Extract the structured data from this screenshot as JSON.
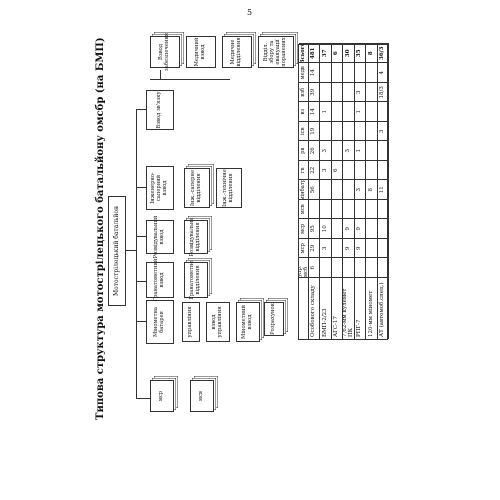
{
  "title": "Типова структура мотострілецького батальйону омсбр (на БМП)",
  "page_number": "5",
  "org": {
    "root": "Мотострілецький батальйон",
    "top_left": "мср",
    "top_left_sub": "мсв",
    "units": [
      "Мінометна батарея",
      "Гранатометний взвод",
      "Розвідувальний взвод",
      "Інженерно-саперний взвод",
      "Взвод зв'язку"
    ],
    "sub_mortar": [
      "управління",
      "взвод управління",
      "Мінометний взвод",
      "Розрахунок"
    ],
    "sub_grenade": "Гранатометне відділення",
    "sub_recon": "Розвідувальне відділення",
    "sub_engineer": [
      "Інж.-саперне відділення",
      "Інж.-технічне відділення"
    ],
    "right_units": [
      "Взвод забезпечення",
      "Медичний взвод",
      "Медичне відділення",
      "Відділ. збору та евакуації поранених"
    ]
  },
  "table": {
    "headers": [
      "упр. мсб",
      "мср",
      "мср",
      "мсв",
      "мінбатр",
      "гв",
      "рв",
      "ісв",
      "вз",
      "взб",
      "медв",
      "Всього"
    ],
    "rows": [
      {
        "label": "Особового складу",
        "v": [
          "6",
          "29",
          "95",
          "",
          "56",
          "22",
          "26",
          "19",
          "14",
          "39",
          "14",
          "481"
        ]
      },
      {
        "label": "БМП-2/23",
        "v": [
          "",
          "3",
          "10",
          "",
          "",
          "3",
          "3",
          "",
          "1",
          "",
          "",
          "37"
        ]
      },
      {
        "label": "АГС-17",
        "v": [
          "",
          "",
          "",
          "",
          "",
          "6",
          "",
          "",
          "",
          "",
          "",
          "6"
        ]
      },
      {
        "label": "7,62-мм кулемет ПК",
        "v": [
          "",
          "9",
          "9",
          "",
          "",
          "",
          "3",
          "",
          "",
          "",
          "",
          "30"
        ]
      },
      {
        "label": "РПГ-7",
        "v": [
          "",
          "9",
          "9",
          "",
          "3",
          "",
          "1",
          "",
          "1",
          "3",
          "",
          "35"
        ]
      },
      {
        "label": "120-мм міномет",
        "v": [
          "",
          "",
          "",
          "",
          "8",
          "",
          "",
          "",
          "",
          "",
          "",
          "8"
        ]
      },
      {
        "label": "АТ (автомоб.спец.)",
        "v": [
          "",
          "",
          "",
          "",
          "11",
          "",
          "",
          "3",
          "",
          "18/3",
          "4",
          "36/3"
        ]
      }
    ]
  }
}
